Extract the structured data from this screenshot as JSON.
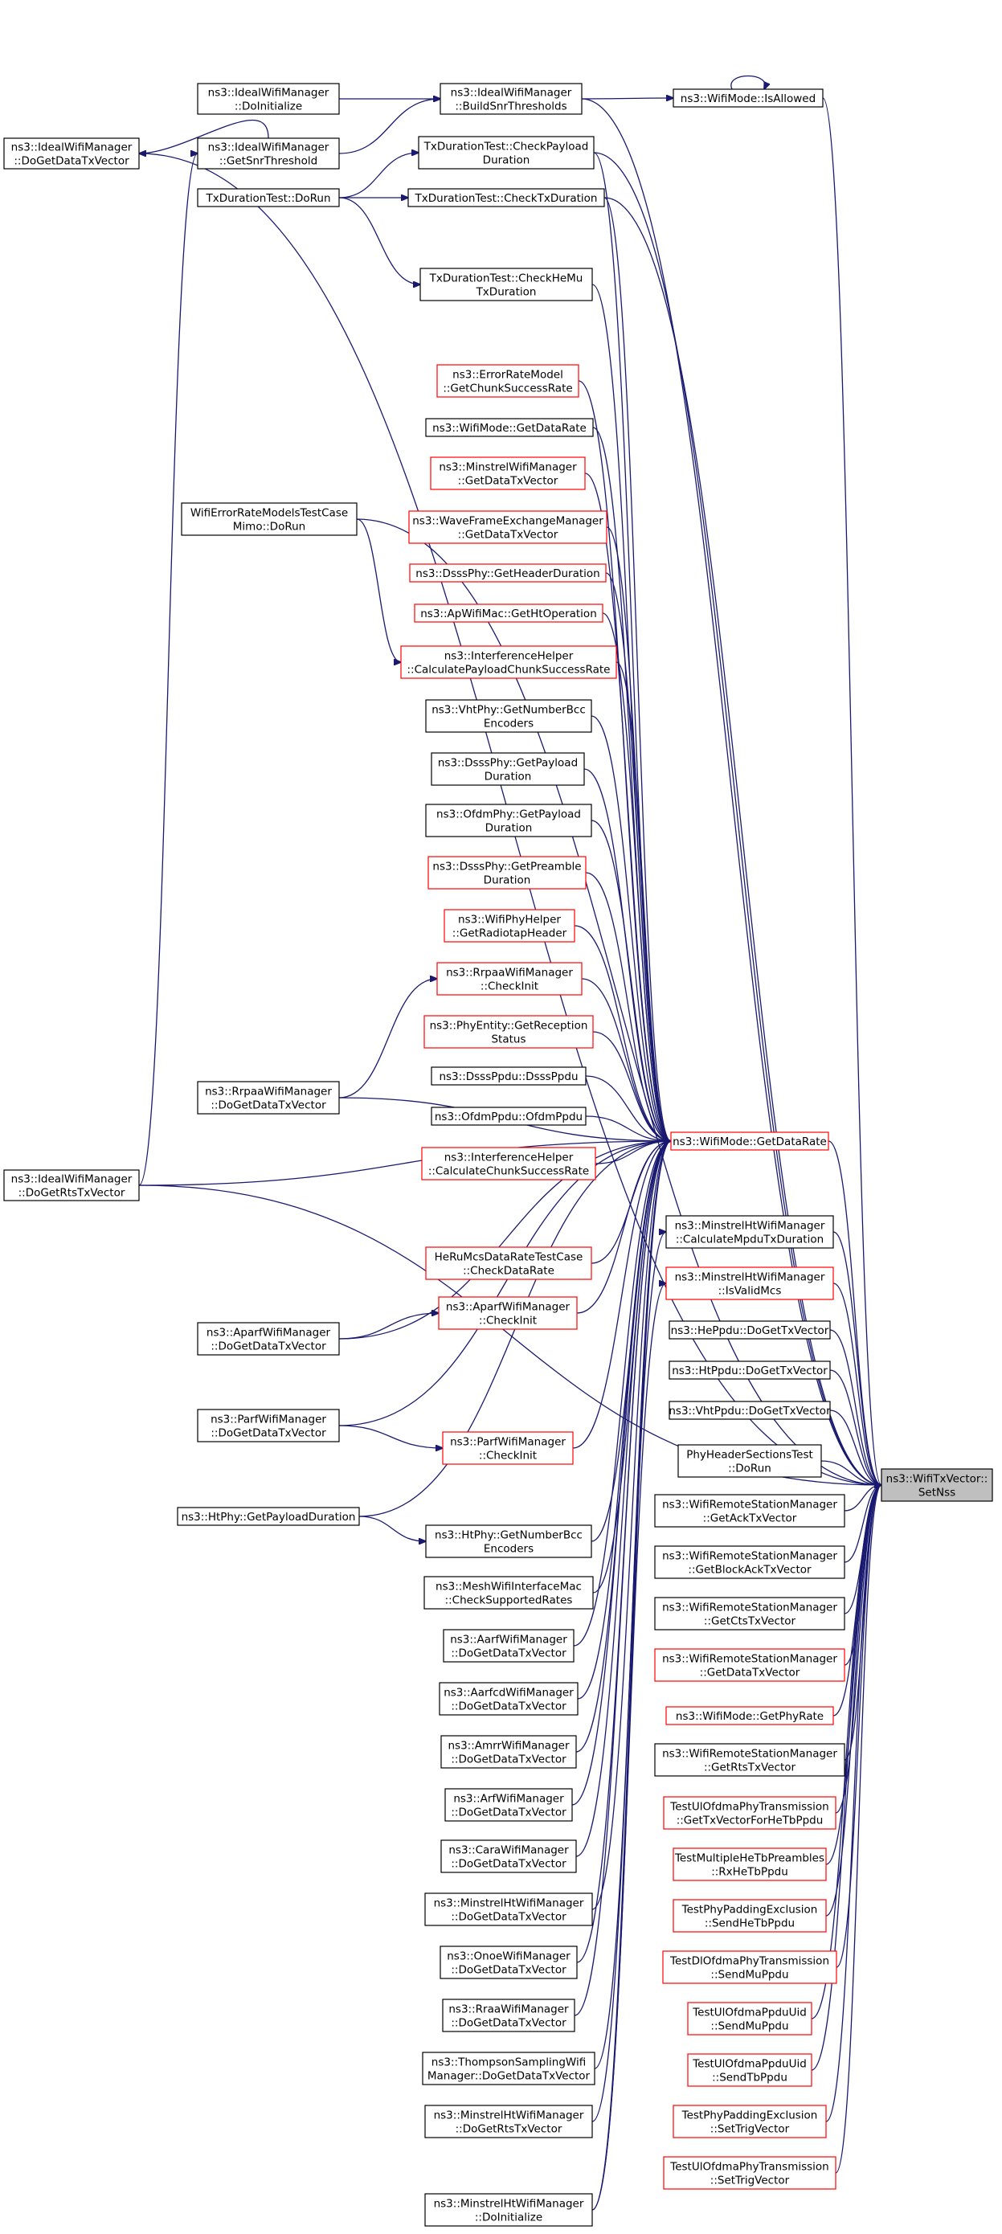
{
  "nodes": [
    {
      "id": "doGetDataTxVectorIdeal",
      "lines": [
        "ns3::IdealWifiManager",
        "::DoGetDataTxVector"
      ],
      "red": false
    },
    {
      "id": "doInitializeIdeal",
      "lines": [
        "ns3::IdealWifiManager",
        "::DoInitialize"
      ],
      "red": false
    },
    {
      "id": "buildSnrThresholds",
      "lines": [
        "ns3::IdealWifiManager",
        "::BuildSnrThresholds"
      ],
      "red": false
    },
    {
      "id": "isAllowed",
      "lines": [
        "ns3::WifiMode::IsAllowed"
      ],
      "red": false
    },
    {
      "id": "getSnrThreshold",
      "lines": [
        "ns3::IdealWifiManager",
        "::GetSnrThreshold"
      ],
      "red": false
    },
    {
      "id": "checkPayloadDuration",
      "lines": [
        "TxDurationTest::CheckPayload",
        "Duration"
      ],
      "red": false
    },
    {
      "id": "txDurationDoRun",
      "lines": [
        "TxDurationTest::DoRun"
      ],
      "red": false
    },
    {
      "id": "checkTxDuration",
      "lines": [
        "TxDurationTest::CheckTxDuration"
      ],
      "red": false
    },
    {
      "id": "checkHeMuTxDuration",
      "lines": [
        "TxDurationTest::CheckHeMu",
        "TxDuration"
      ],
      "red": false
    },
    {
      "id": "getChunkSuccessRate",
      "lines": [
        "ns3::ErrorRateModel",
        "::GetChunkSuccessRate"
      ],
      "red": true
    },
    {
      "id": "wifiModeGetDataRateTop",
      "lines": [
        "ns3::WifiMode::GetDataRate"
      ],
      "red": false
    },
    {
      "id": "minstrelGetDataTxVector",
      "lines": [
        "ns3::MinstrelWifiManager",
        "::GetDataTxVector"
      ],
      "red": true
    },
    {
      "id": "waveGetDataTxVector",
      "lines": [
        "ns3::WaveFrameExchangeManager",
        "::GetDataTxVector"
      ],
      "red": true
    },
    {
      "id": "dsssGetHeaderDuration",
      "lines": [
        "ns3::DsssPhy::GetHeaderDuration"
      ],
      "red": true
    },
    {
      "id": "apGetHtOperation",
      "lines": [
        "ns3::ApWifiMac::GetHtOperation"
      ],
      "red": true
    },
    {
      "id": "errorRateMimoDoRun",
      "lines": [
        "WifiErrorRateModelsTestCase",
        "Mimo::DoRun"
      ],
      "red": false
    },
    {
      "id": "calcPayloadChunkSuccessRate",
      "lines": [
        "ns3::InterferenceHelper",
        "::CalculatePayloadChunkSuccessRate"
      ],
      "red": true
    },
    {
      "id": "vhtGetNumberBccEncoders",
      "lines": [
        "ns3::VhtPhy::GetNumberBcc",
        "Encoders"
      ],
      "red": false
    },
    {
      "id": "dsssGetPayloadDuration",
      "lines": [
        "ns3::DsssPhy::GetPayload",
        "Duration"
      ],
      "red": false
    },
    {
      "id": "ofdmGetPayloadDuration",
      "lines": [
        "ns3::OfdmPhy::GetPayload",
        "Duration"
      ],
      "red": false
    },
    {
      "id": "dsssGetPreambleDuration",
      "lines": [
        "ns3::DsssPhy::GetPreamble",
        "Duration"
      ],
      "red": true
    },
    {
      "id": "getRadiotapHeader",
      "lines": [
        "ns3::WifiPhyHelper",
        "::GetRadiotapHeader"
      ],
      "red": true
    },
    {
      "id": "rrpaaCheckInit",
      "lines": [
        "ns3::RrpaaWifiManager",
        "::CheckInit"
      ],
      "red": true
    },
    {
      "id": "getReceptionStatus",
      "lines": [
        "ns3::PhyEntity::GetReception",
        "Status"
      ],
      "red": true
    },
    {
      "id": "rrpaaDoGetDataTxVector",
      "lines": [
        "ns3::RrpaaWifiManager",
        "::DoGetDataTxVector"
      ],
      "red": false
    },
    {
      "id": "dsssPpdu",
      "lines": [
        "ns3::DsssPpdu::DsssPpdu"
      ],
      "red": false
    },
    {
      "id": "ofdmPpdu",
      "lines": [
        "ns3::OfdmPpdu::OfdmPpdu"
      ],
      "red": false
    },
    {
      "id": "wifiModeGetDataRateCenter",
      "lines": [
        "ns3::WifiMode::GetDataRate"
      ],
      "red": true
    },
    {
      "id": "calcChunkSuccessRate",
      "lines": [
        "ns3::InterferenceHelper",
        "::CalculateChunkSuccessRate"
      ],
      "red": true
    },
    {
      "id": "idealDoGetRtsTxVector",
      "lines": [
        "ns3::IdealWifiManager",
        "::DoGetRtsTxVector"
      ],
      "red": false
    },
    {
      "id": "minstrelHtCalcMpdu",
      "lines": [
        "ns3::MinstrelHtWifiManager",
        "::CalculateMpduTxDuration"
      ],
      "red": false
    },
    {
      "id": "heRuMcsCheckDataRate",
      "lines": [
        "HeRuMcsDataRateTestCase",
        "::CheckDataRate"
      ],
      "red": true
    },
    {
      "id": "minstrelHtIsValidMcs",
      "lines": [
        "ns3::MinstrelHtWifiManager",
        "::IsValidMcs"
      ],
      "red": true
    },
    {
      "id": "aparfCheckInit",
      "lines": [
        "ns3::AparfWifiManager",
        "::CheckInit"
      ],
      "red": true
    },
    {
      "id": "hePpduDoGetTxVector",
      "lines": [
        "ns3::HePpdu::DoGetTxVector"
      ],
      "red": false
    },
    {
      "id": "aparfDoGetDataTxVector",
      "lines": [
        "ns3::AparfWifiManager",
        "::DoGetDataTxVector"
      ],
      "red": false
    },
    {
      "id": "htPpduDoGetTxVector",
      "lines": [
        "ns3::HtPpdu::DoGetTxVector"
      ],
      "red": false
    },
    {
      "id": "vhtPpduDoGetTxVector",
      "lines": [
        "ns3::VhtPpdu::DoGetTxVector"
      ],
      "red": false
    },
    {
      "id": "parfDoGetDataTxVector",
      "lines": [
        "ns3::ParfWifiManager",
        "::DoGetDataTxVector"
      ],
      "red": false
    },
    {
      "id": "parfCheckInit",
      "lines": [
        "ns3::ParfWifiManager",
        "::CheckInit"
      ],
      "red": true
    },
    {
      "id": "phyHeaderSectionsDoRun",
      "lines": [
        "PhyHeaderSectionsTest",
        "::DoRun"
      ],
      "red": false
    },
    {
      "id": "setNss",
      "lines": [
        "ns3::WifiTxVector::",
        "SetNss"
      ],
      "red": false,
      "target": true
    },
    {
      "id": "htPhyGetPayloadDuration",
      "lines": [
        "ns3::HtPhy::GetPayloadDuration"
      ],
      "red": false
    },
    {
      "id": "getAckTxVector",
      "lines": [
        "ns3::WifiRemoteStationManager",
        "::GetAckTxVector"
      ],
      "red": false
    },
    {
      "id": "htPhyGetNumberBccEncoders",
      "lines": [
        "ns3::HtPhy::GetNumberBcc",
        "Encoders"
      ],
      "red": false
    },
    {
      "id": "getBlockAckTxVector",
      "lines": [
        "ns3::WifiRemoteStationManager",
        "::GetBlockAckTxVector"
      ],
      "red": false
    },
    {
      "id": "meshCheckSupportedRates",
      "lines": [
        "ns3::MeshWifiInterfaceMac",
        "::CheckSupportedRates"
      ],
      "red": false
    },
    {
      "id": "getCtsTxVector",
      "lines": [
        "ns3::WifiRemoteStationManager",
        "::GetCtsTxVector"
      ],
      "red": false
    },
    {
      "id": "aarfDoGetDataTxVector",
      "lines": [
        "ns3::AarfWifiManager",
        "::DoGetDataTxVector"
      ],
      "red": false
    },
    {
      "id": "remoteGetDataTxVector",
      "lines": [
        "ns3::WifiRemoteStationManager",
        "::GetDataTxVector"
      ],
      "red": true
    },
    {
      "id": "aarfcdDoGetDataTxVector",
      "lines": [
        "ns3::AarfcdWifiManager",
        "::DoGetDataTxVector"
      ],
      "red": false
    },
    {
      "id": "wifiModeGetPhyRate",
      "lines": [
        "ns3::WifiMode::GetPhyRate"
      ],
      "red": true
    },
    {
      "id": "amrrDoGetDataTxVector",
      "lines": [
        "ns3::AmrrWifiManager",
        "::DoGetDataTxVector"
      ],
      "red": false
    },
    {
      "id": "getRtsTxVector",
      "lines": [
        "ns3::WifiRemoteStationManager",
        "::GetRtsTxVector"
      ],
      "red": false
    },
    {
      "id": "arfDoGetDataTxVector",
      "lines": [
        "ns3::ArfWifiManager",
        "::DoGetDataTxVector"
      ],
      "red": false
    },
    {
      "id": "ulOfdmaGetTxVectorForHeTbPpdu",
      "lines": [
        "TestUlOfdmaPhyTransmission",
        "::GetTxVectorForHeTbPpdu"
      ],
      "red": true
    },
    {
      "id": "caraDoGetDataTxVector",
      "lines": [
        "ns3::CaraWifiManager",
        "::DoGetDataTxVector"
      ],
      "red": false
    },
    {
      "id": "multipleHeTbRxHeTbPpdu",
      "lines": [
        "TestMultipleHeTbPreambles",
        "::RxHeTbPpdu"
      ],
      "red": true
    },
    {
      "id": "minstrelHtDoGetDataTxVector",
      "lines": [
        "ns3::MinstrelHtWifiManager",
        "::DoGetDataTxVector"
      ],
      "red": false
    },
    {
      "id": "phyPaddingSendHeTbPpdu",
      "lines": [
        "TestPhyPaddingExclusion",
        "::SendHeTbPpdu"
      ],
      "red": true
    },
    {
      "id": "onoeDoGetDataTxVector",
      "lines": [
        "ns3::OnoeWifiManager",
        "::DoGetDataTxVector"
      ],
      "red": false
    },
    {
      "id": "dlOfdmaSendMuPpdu",
      "lines": [
        "TestDlOfdmaPhyTransmission",
        "::SendMuPpdu"
      ],
      "red": true
    },
    {
      "id": "rraaDoGetDataTxVector",
      "lines": [
        "ns3::RraaWifiManager",
        "::DoGetDataTxVector"
      ],
      "red": false
    },
    {
      "id": "ulOfdmaPpduUidSendMuPpdu",
      "lines": [
        "TestUlOfdmaPpduUid",
        "::SendMuPpdu"
      ],
      "red": true
    },
    {
      "id": "thompsonDoGetDataTxVector",
      "lines": [
        "ns3::ThompsonSamplingWifi",
        "Manager::DoGetDataTxVector"
      ],
      "red": false
    },
    {
      "id": "ulOfdmaPpduUidSendTbPpdu",
      "lines": [
        "TestUlOfdmaPpduUid",
        "::SendTbPpdu"
      ],
      "red": true
    },
    {
      "id": "minstrelHtDoGetRtsTxVector",
      "lines": [
        "ns3::MinstrelHtWifiManager",
        "::DoGetRtsTxVector"
      ],
      "red": false
    },
    {
      "id": "phyPaddingSetTrigVector",
      "lines": [
        "TestPhyPaddingExclusion",
        "::SetTrigVector"
      ],
      "red": true
    },
    {
      "id": "ulOfdmaSetTrigVector",
      "lines": [
        "TestUlOfdmaPhyTransmission",
        "::SetTrigVector"
      ],
      "red": true
    },
    {
      "id": "minstrelHtDoInitialize",
      "lines": [
        "ns3::MinstrelHtWifiManager",
        "::DoInitialize"
      ],
      "red": false
    }
  ],
  "edges": [
    [
      "doInitializeIdeal",
      "buildSnrThresholds"
    ],
    [
      "getSnrThreshold",
      "buildSnrThresholds"
    ],
    [
      "buildSnrThresholds",
      "isAllowed"
    ],
    [
      "isAllowed",
      "isAllowed"
    ],
    [
      "getSnrThreshold",
      "doGetDataTxVectorIdeal"
    ],
    [
      "idealDoGetRtsTxVector",
      "getSnrThreshold"
    ],
    [
      "txDurationDoRun",
      "checkPayloadDuration"
    ],
    [
      "txDurationDoRun",
      "checkTxDuration"
    ],
    [
      "txDurationDoRun",
      "checkHeMuTxDuration"
    ],
    [
      "errorRateMimoDoRun",
      "calcPayloadChunkSuccessRate"
    ],
    [
      "rrpaaDoGetDataTxVector",
      "rrpaaCheckInit"
    ],
    [
      "aparfDoGetDataTxVector",
      "aparfCheckInit"
    ],
    [
      "parfDoGetDataTxVector",
      "parfCheckInit"
    ],
    [
      "htPhyGetPayloadDuration",
      "htPhyGetNumberBccEncoders"
    ],
    [
      "doGetDataTxVectorIdeal",
      "setNss"
    ],
    [
      "buildSnrThresholds",
      "setNss"
    ],
    [
      "isAllowed",
      "setNss"
    ],
    [
      "checkPayloadDuration",
      "setNss"
    ],
    [
      "checkTxDuration",
      "setNss"
    ],
    [
      "errorRateMimoDoRun",
      "setNss"
    ],
    [
      "idealDoGetRtsTxVector",
      "setNss"
    ],
    [
      "wifiModeGetDataRateCenter",
      "setNss"
    ],
    [
      "minstrelHtCalcMpdu",
      "setNss"
    ],
    [
      "minstrelHtIsValidMcs",
      "setNss"
    ],
    [
      "hePpduDoGetTxVector",
      "setNss"
    ],
    [
      "htPpduDoGetTxVector",
      "setNss"
    ],
    [
      "vhtPpduDoGetTxVector",
      "setNss"
    ],
    [
      "phyHeaderSectionsDoRun",
      "setNss"
    ],
    [
      "getAckTxVector",
      "setNss"
    ],
    [
      "getBlockAckTxVector",
      "setNss"
    ],
    [
      "getCtsTxVector",
      "setNss"
    ],
    [
      "remoteGetDataTxVector",
      "setNss"
    ],
    [
      "wifiModeGetPhyRate",
      "setNss"
    ],
    [
      "getRtsTxVector",
      "setNss"
    ],
    [
      "ulOfdmaGetTxVectorForHeTbPpdu",
      "setNss"
    ],
    [
      "multipleHeTbRxHeTbPpdu",
      "setNss"
    ],
    [
      "phyPaddingSendHeTbPpdu",
      "setNss"
    ],
    [
      "dlOfdmaSendMuPpdu",
      "setNss"
    ],
    [
      "ulOfdmaPpduUidSendMuPpdu",
      "setNss"
    ],
    [
      "ulOfdmaPpduUidSendTbPpdu",
      "setNss"
    ],
    [
      "phyPaddingSetTrigVector",
      "setNss"
    ],
    [
      "ulOfdmaSetTrigVector",
      "setNss"
    ],
    [
      "checkPayloadDuration",
      "wifiModeGetDataRateCenter"
    ],
    [
      "checkTxDuration",
      "wifiModeGetDataRateCenter"
    ],
    [
      "checkHeMuTxDuration",
      "wifiModeGetDataRateCenter"
    ],
    [
      "getChunkSuccessRate",
      "wifiModeGetDataRateCenter"
    ],
    [
      "wifiModeGetDataRateTop",
      "wifiModeGetDataRateCenter"
    ],
    [
      "minstrelGetDataTxVector",
      "wifiModeGetDataRateCenter"
    ],
    [
      "waveGetDataTxVector",
      "wifiModeGetDataRateCenter"
    ],
    [
      "dsssGetHeaderDuration",
      "wifiModeGetDataRateCenter"
    ],
    [
      "apGetHtOperation",
      "wifiModeGetDataRateCenter"
    ],
    [
      "calcPayloadChunkSuccessRate",
      "wifiModeGetDataRateCenter"
    ],
    [
      "vhtGetNumberBccEncoders",
      "wifiModeGetDataRateCenter"
    ],
    [
      "dsssGetPayloadDuration",
      "wifiModeGetDataRateCenter"
    ],
    [
      "ofdmGetPayloadDuration",
      "wifiModeGetDataRateCenter"
    ],
    [
      "dsssGetPreambleDuration",
      "wifiModeGetDataRateCenter"
    ],
    [
      "getRadiotapHeader",
      "wifiModeGetDataRateCenter"
    ],
    [
      "rrpaaCheckInit",
      "wifiModeGetDataRateCenter"
    ],
    [
      "getReceptionStatus",
      "wifiModeGetDataRateCenter"
    ],
    [
      "dsssPpdu",
      "wifiModeGetDataRateCenter"
    ],
    [
      "ofdmPpdu",
      "wifiModeGetDataRateCenter"
    ],
    [
      "calcChunkSuccessRate",
      "wifiModeGetDataRateCenter"
    ],
    [
      "rrpaaDoGetDataTxVector",
      "wifiModeGetDataRateCenter"
    ],
    [
      "heRuMcsCheckDataRate",
      "wifiModeGetDataRateCenter"
    ],
    [
      "aparfCheckInit",
      "wifiModeGetDataRateCenter"
    ],
    [
      "aparfDoGetDataTxVector",
      "wifiModeGetDataRateCenter"
    ],
    [
      "parfDoGetDataTxVector",
      "wifiModeGetDataRateCenter"
    ],
    [
      "parfCheckInit",
      "wifiModeGetDataRateCenter"
    ],
    [
      "htPhyGetPayloadDuration",
      "wifiModeGetDataRateCenter"
    ],
    [
      "htPhyGetNumberBccEncoders",
      "wifiModeGetDataRateCenter"
    ],
    [
      "meshCheckSupportedRates",
      "wifiModeGetDataRateCenter"
    ],
    [
      "aarfDoGetDataTxVector",
      "wifiModeGetDataRateCenter"
    ],
    [
      "aarfcdDoGetDataTxVector",
      "wifiModeGetDataRateCenter"
    ],
    [
      "amrrDoGetDataTxVector",
      "wifiModeGetDataRateCenter"
    ],
    [
      "arfDoGetDataTxVector",
      "wifiModeGetDataRateCenter"
    ],
    [
      "caraDoGetDataTxVector",
      "wifiModeGetDataRateCenter"
    ],
    [
      "minstrelHtDoGetDataTxVector",
      "wifiModeGetDataRateCenter"
    ],
    [
      "onoeDoGetDataTxVector",
      "wifiModeGetDataRateCenter"
    ],
    [
      "rraaDoGetDataTxVector",
      "wifiModeGetDataRateCenter"
    ],
    [
      "thompsonDoGetDataTxVector",
      "wifiModeGetDataRateCenter"
    ],
    [
      "minstrelHtDoGetRtsTxVector",
      "wifiModeGetDataRateCenter"
    ],
    [
      "minstrelHtDoInitialize",
      "wifiModeGetDataRateCenter"
    ],
    [
      "minstrelHtDoInitialize",
      "minstrelHtCalcMpdu"
    ],
    [
      "minstrelHtDoInitialize",
      "minstrelHtIsValidMcs"
    ],
    [
      "idealDoGetRtsTxVector",
      "wifiModeGetDataRateCenter"
    ]
  ]
}
